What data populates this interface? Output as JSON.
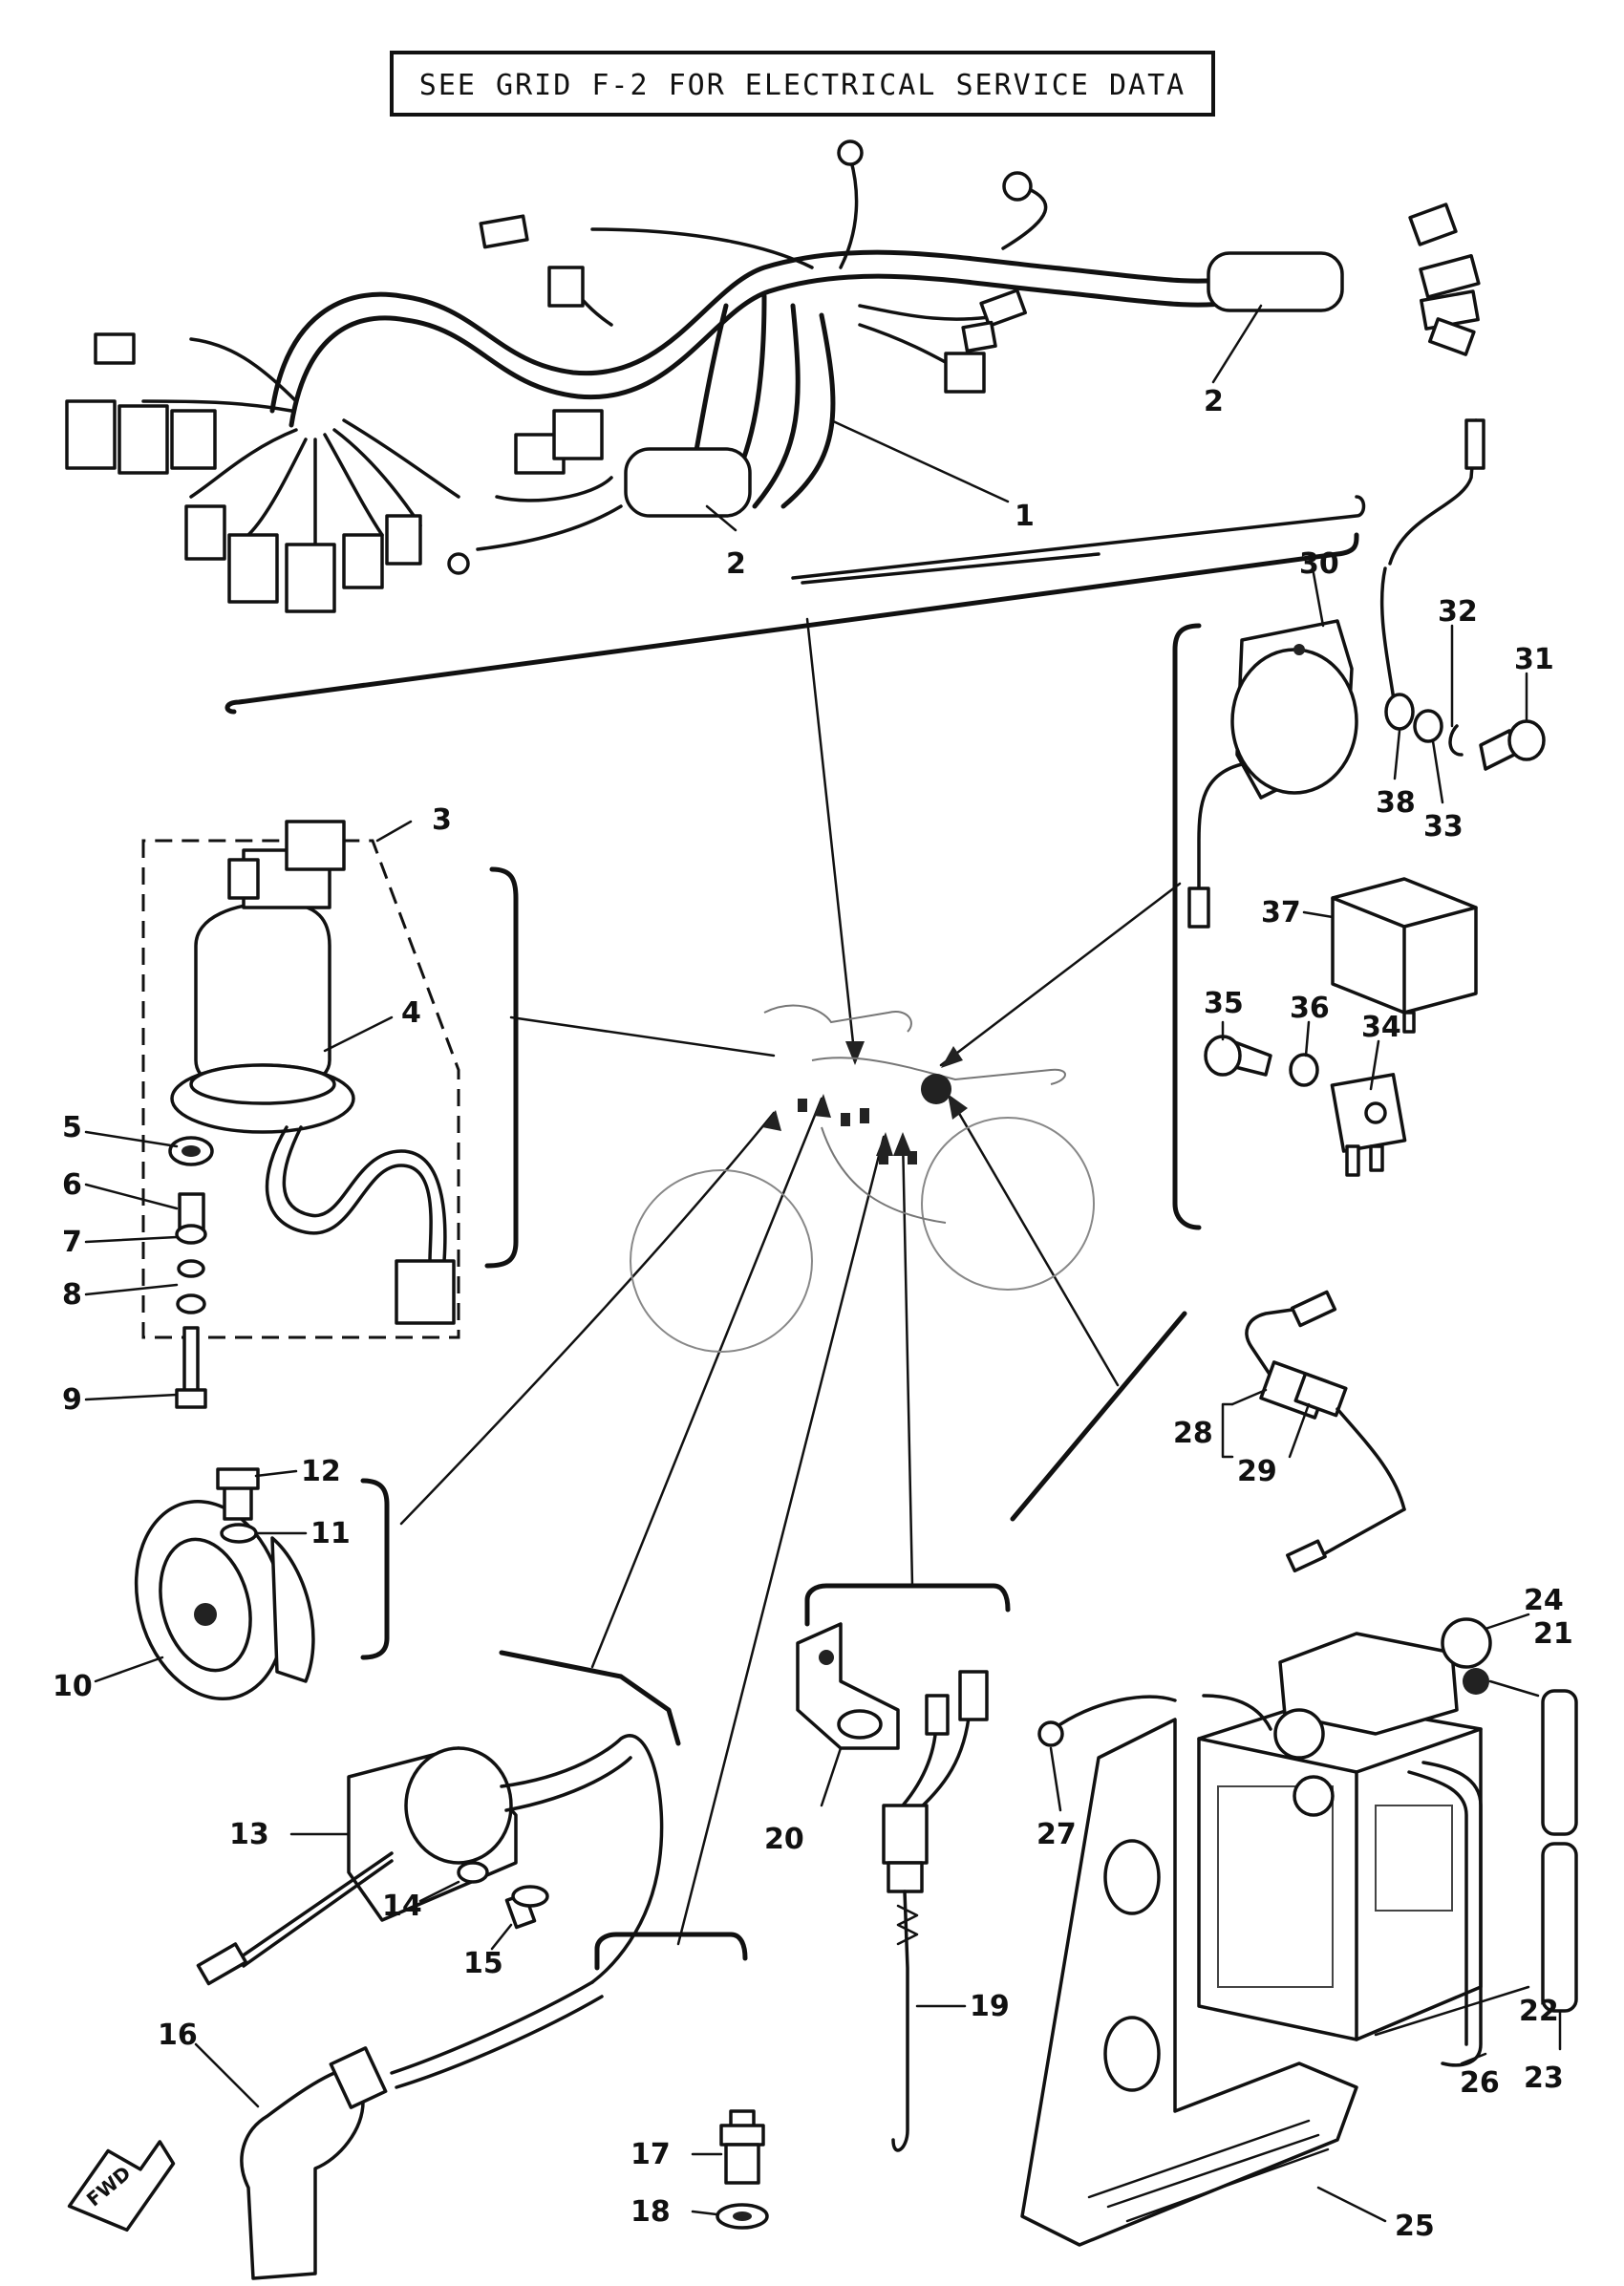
{
  "header": {
    "note": "SEE GRID F-2 FOR ELECTRICAL SERVICE DATA"
  },
  "direction_marker": {
    "label": "FWD"
  },
  "callouts": [
    {
      "id": "1",
      "label": "1"
    },
    {
      "id": "2a",
      "label": "2"
    },
    {
      "id": "2b",
      "label": "2"
    },
    {
      "id": "3",
      "label": "3"
    },
    {
      "id": "4",
      "label": "4"
    },
    {
      "id": "5",
      "label": "5"
    },
    {
      "id": "6",
      "label": "6"
    },
    {
      "id": "7",
      "label": "7"
    },
    {
      "id": "8",
      "label": "8"
    },
    {
      "id": "9",
      "label": "9"
    },
    {
      "id": "10",
      "label": "10"
    },
    {
      "id": "11",
      "label": "11"
    },
    {
      "id": "12",
      "label": "12"
    },
    {
      "id": "13",
      "label": "13"
    },
    {
      "id": "14",
      "label": "14"
    },
    {
      "id": "15",
      "label": "15"
    },
    {
      "id": "16",
      "label": "16"
    },
    {
      "id": "17",
      "label": "17"
    },
    {
      "id": "18",
      "label": "18"
    },
    {
      "id": "19",
      "label": "19"
    },
    {
      "id": "20",
      "label": "20"
    },
    {
      "id": "21",
      "label": "21"
    },
    {
      "id": "22",
      "label": "22"
    },
    {
      "id": "23",
      "label": "23"
    },
    {
      "id": "24",
      "label": "24"
    },
    {
      "id": "25",
      "label": "25"
    },
    {
      "id": "26",
      "label": "26"
    },
    {
      "id": "27",
      "label": "27"
    },
    {
      "id": "28",
      "label": "28"
    },
    {
      "id": "29",
      "label": "29"
    },
    {
      "id": "30",
      "label": "30"
    },
    {
      "id": "31",
      "label": "31"
    },
    {
      "id": "32",
      "label": "32"
    },
    {
      "id": "33",
      "label": "33"
    },
    {
      "id": "34",
      "label": "34"
    },
    {
      "id": "35",
      "label": "35"
    },
    {
      "id": "36",
      "label": "36"
    },
    {
      "id": "37",
      "label": "37"
    },
    {
      "id": "38",
      "label": "38"
    }
  ]
}
